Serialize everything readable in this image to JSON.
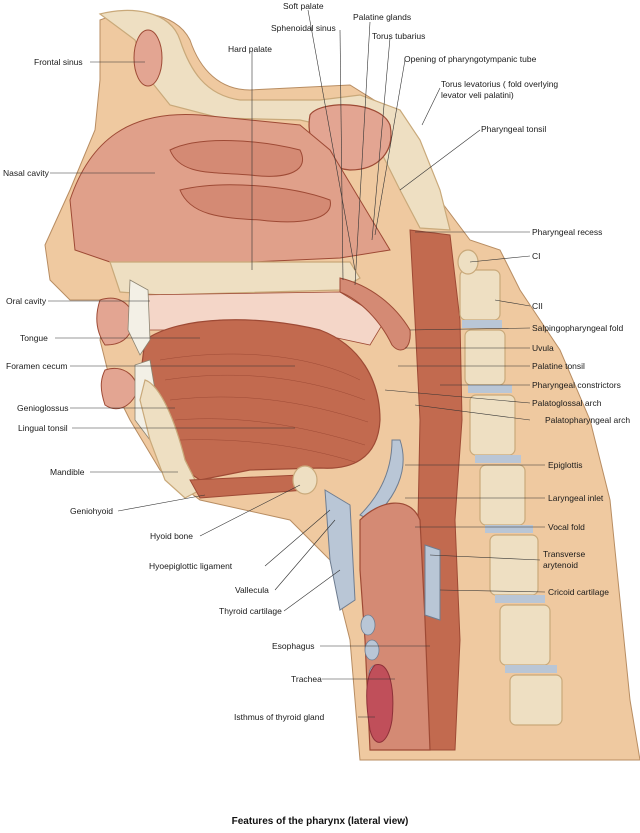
{
  "caption": "Features of the pharynx (lateral view)",
  "labels": {
    "soft_palate": "Soft palate",
    "sphenoidal_sinus": "Sphenoidal sinus",
    "palatine_glands": "Palatine glands",
    "torus_tubarius": "Torus tubarius",
    "hard_palate": "Hard palate",
    "opening_pharyngotympanic": "Opening of pharyngotympanic tube",
    "frontal_sinus": "Frontal sinus",
    "torus_levatorius_1": "Torus levatorius ( fold overlying",
    "torus_levatorius_2": "levator veli palatini)",
    "pharyngeal_tonsil": "Pharyngeal tonsil",
    "nasal_cavity": "Nasal cavity",
    "pharyngeal_recess": "Pharyngeal recess",
    "ci": "CI",
    "oral_cavity": "Oral cavity",
    "cii": "CII",
    "salpingopharyngeal_fold": "Salpingopharyngeal fold",
    "tongue": "Tongue",
    "uvula": "Uvula",
    "palatine_tonsil": "Palatine tonsil",
    "foramen_cecum": "Foramen cecum",
    "pharyngeal_constrictors": "Pharyngeal constrictors",
    "genioglossus": "Genioglossus",
    "palatoglossal_arch": "Palatoglossal arch",
    "palatopharyngeal_arch": "Palatopharyngeal arch",
    "lingual_tonsil": "Lingual tonsil",
    "epiglottis": "Epiglottis",
    "mandible": "Mandible",
    "laryngeal_inlet": "Laryngeal inlet",
    "geniohyoid": "Geniohyoid",
    "vocal_fold": "Vocal fold",
    "hyoid_bone": "Hyoid bone",
    "transverse_1": "Transverse",
    "transverse_2": "arytenoid",
    "hyoepiglottic_ligament": "Hyoepiglottic ligament",
    "cricoid_cartilage": "Cricoid cartilage",
    "vallecula": "Vallecula",
    "thyroid_cartilage": "Thyroid cartilage",
    "esophagus": "Esophagus",
    "trachea": "Trachea",
    "isthmus_thyroid": "Isthmus of thyroid gland"
  },
  "colors": {
    "skin": "#efc9a0",
    "bone": "#eedfc2",
    "bone_dark": "#c9a97a",
    "muscle": "#c26a4f",
    "muscle_dark": "#9e4a35",
    "mucosa": "#e3a592",
    "cavity": "#f4d6c8",
    "cartilage": "#b9c6d6",
    "fat": "#e8c46a"
  }
}
